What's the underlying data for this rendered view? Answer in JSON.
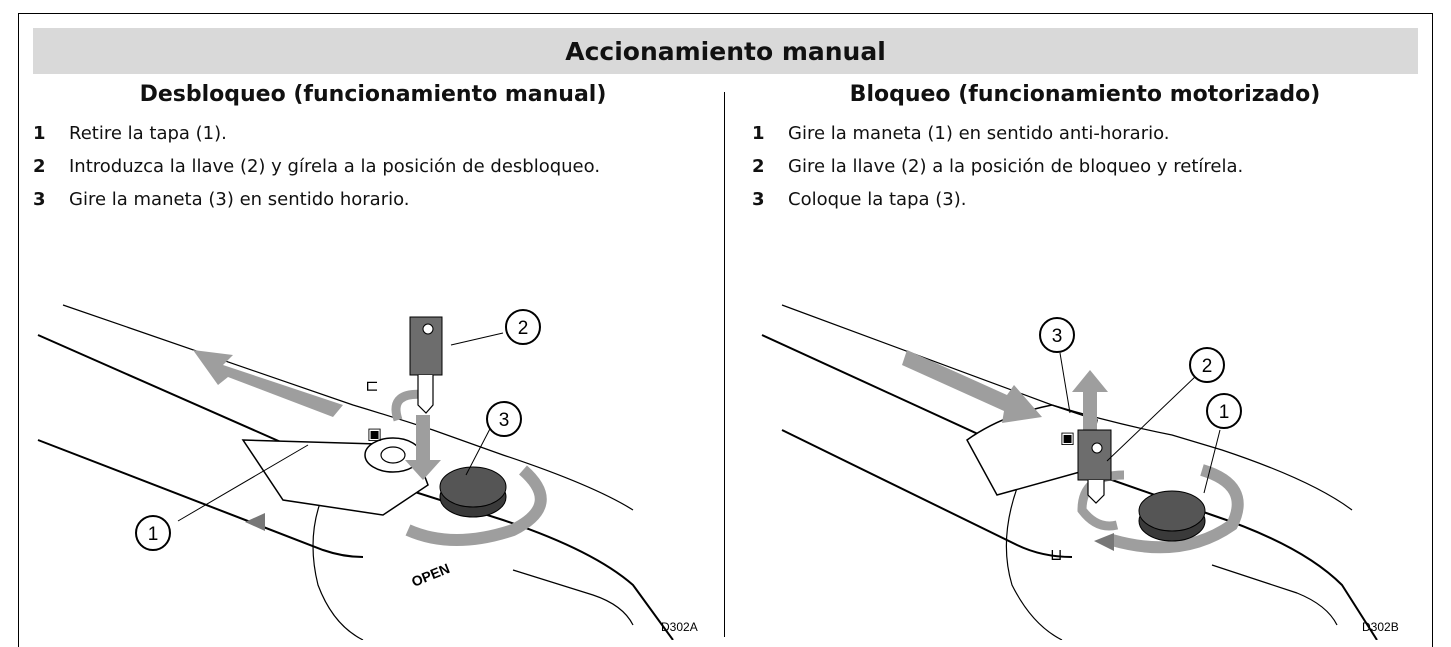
{
  "header": {
    "title": "Accionamiento manual"
  },
  "left": {
    "heading": "Desbloqueo (funcionamiento manual)",
    "steps": [
      {
        "num": "1",
        "text": "Retire la tapa (1)."
      },
      {
        "num": "2",
        "text": "Introduzca la llave (2) y gírela a la posición de desbloqueo."
      },
      {
        "num": "3",
        "text": "Gire la maneta (3) en sentido horario."
      }
    ],
    "figure": {
      "callouts": [
        "1",
        "2",
        "3"
      ],
      "marking": "OPEN",
      "code": "D302A"
    }
  },
  "right": {
    "heading": "Bloqueo (funcionamiento motorizado)",
    "steps": [
      {
        "num": "1",
        "text": "Gire la maneta (1) en sentido anti-horario."
      },
      {
        "num": "2",
        "text": "Gire la llave (2) a la posición de bloqueo y retírela."
      },
      {
        "num": "3",
        "text": "Coloque la tapa (3)."
      }
    ],
    "figure": {
      "callouts": [
        "3",
        "2",
        "1"
      ],
      "code": "D302B"
    }
  },
  "colors": {
    "header_bg": "#d9d9d9",
    "arrow_gray": "#9e9e9e",
    "knob_dark": "#3a3a3a"
  }
}
